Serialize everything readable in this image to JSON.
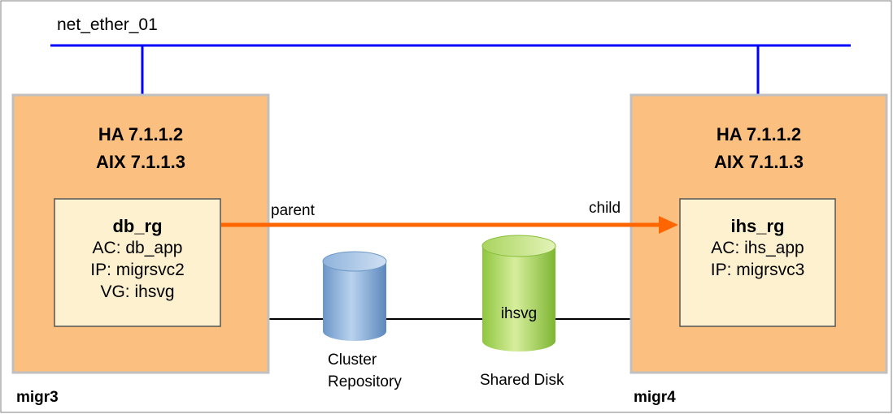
{
  "network": {
    "name": "net_ether_01",
    "color": "#0000ff"
  },
  "nodes": [
    {
      "host": "migr3",
      "ha_version": "HA 7.1.1.2",
      "aix_version": "AIX 7.1.1.3",
      "resource_group": {
        "name": "db_rg",
        "lines": [
          "AC: db_app",
          "IP: migrsvc2",
          "VG: ihsvg"
        ]
      }
    },
    {
      "host": "migr4",
      "ha_version": "HA 7.1.1.2",
      "aix_version": "AIX 7.1.1.3",
      "resource_group": {
        "name": "ihs_rg",
        "lines": [
          "AC: ihs_app",
          "IP: migrsvc3"
        ]
      }
    }
  ],
  "dependency": {
    "from_label": "parent",
    "to_label": "child",
    "color": "#ff6600"
  },
  "storage": {
    "repository": {
      "caption_line1": "Cluster",
      "caption_line2": "Repository"
    },
    "shared_disk": {
      "volume": "ihsvg",
      "caption": "Shared Disk"
    }
  },
  "colors": {
    "node_fill": "#fbbf7f",
    "node_border": "#c0c0c0",
    "rg_fill": "#fdf1cf"
  }
}
